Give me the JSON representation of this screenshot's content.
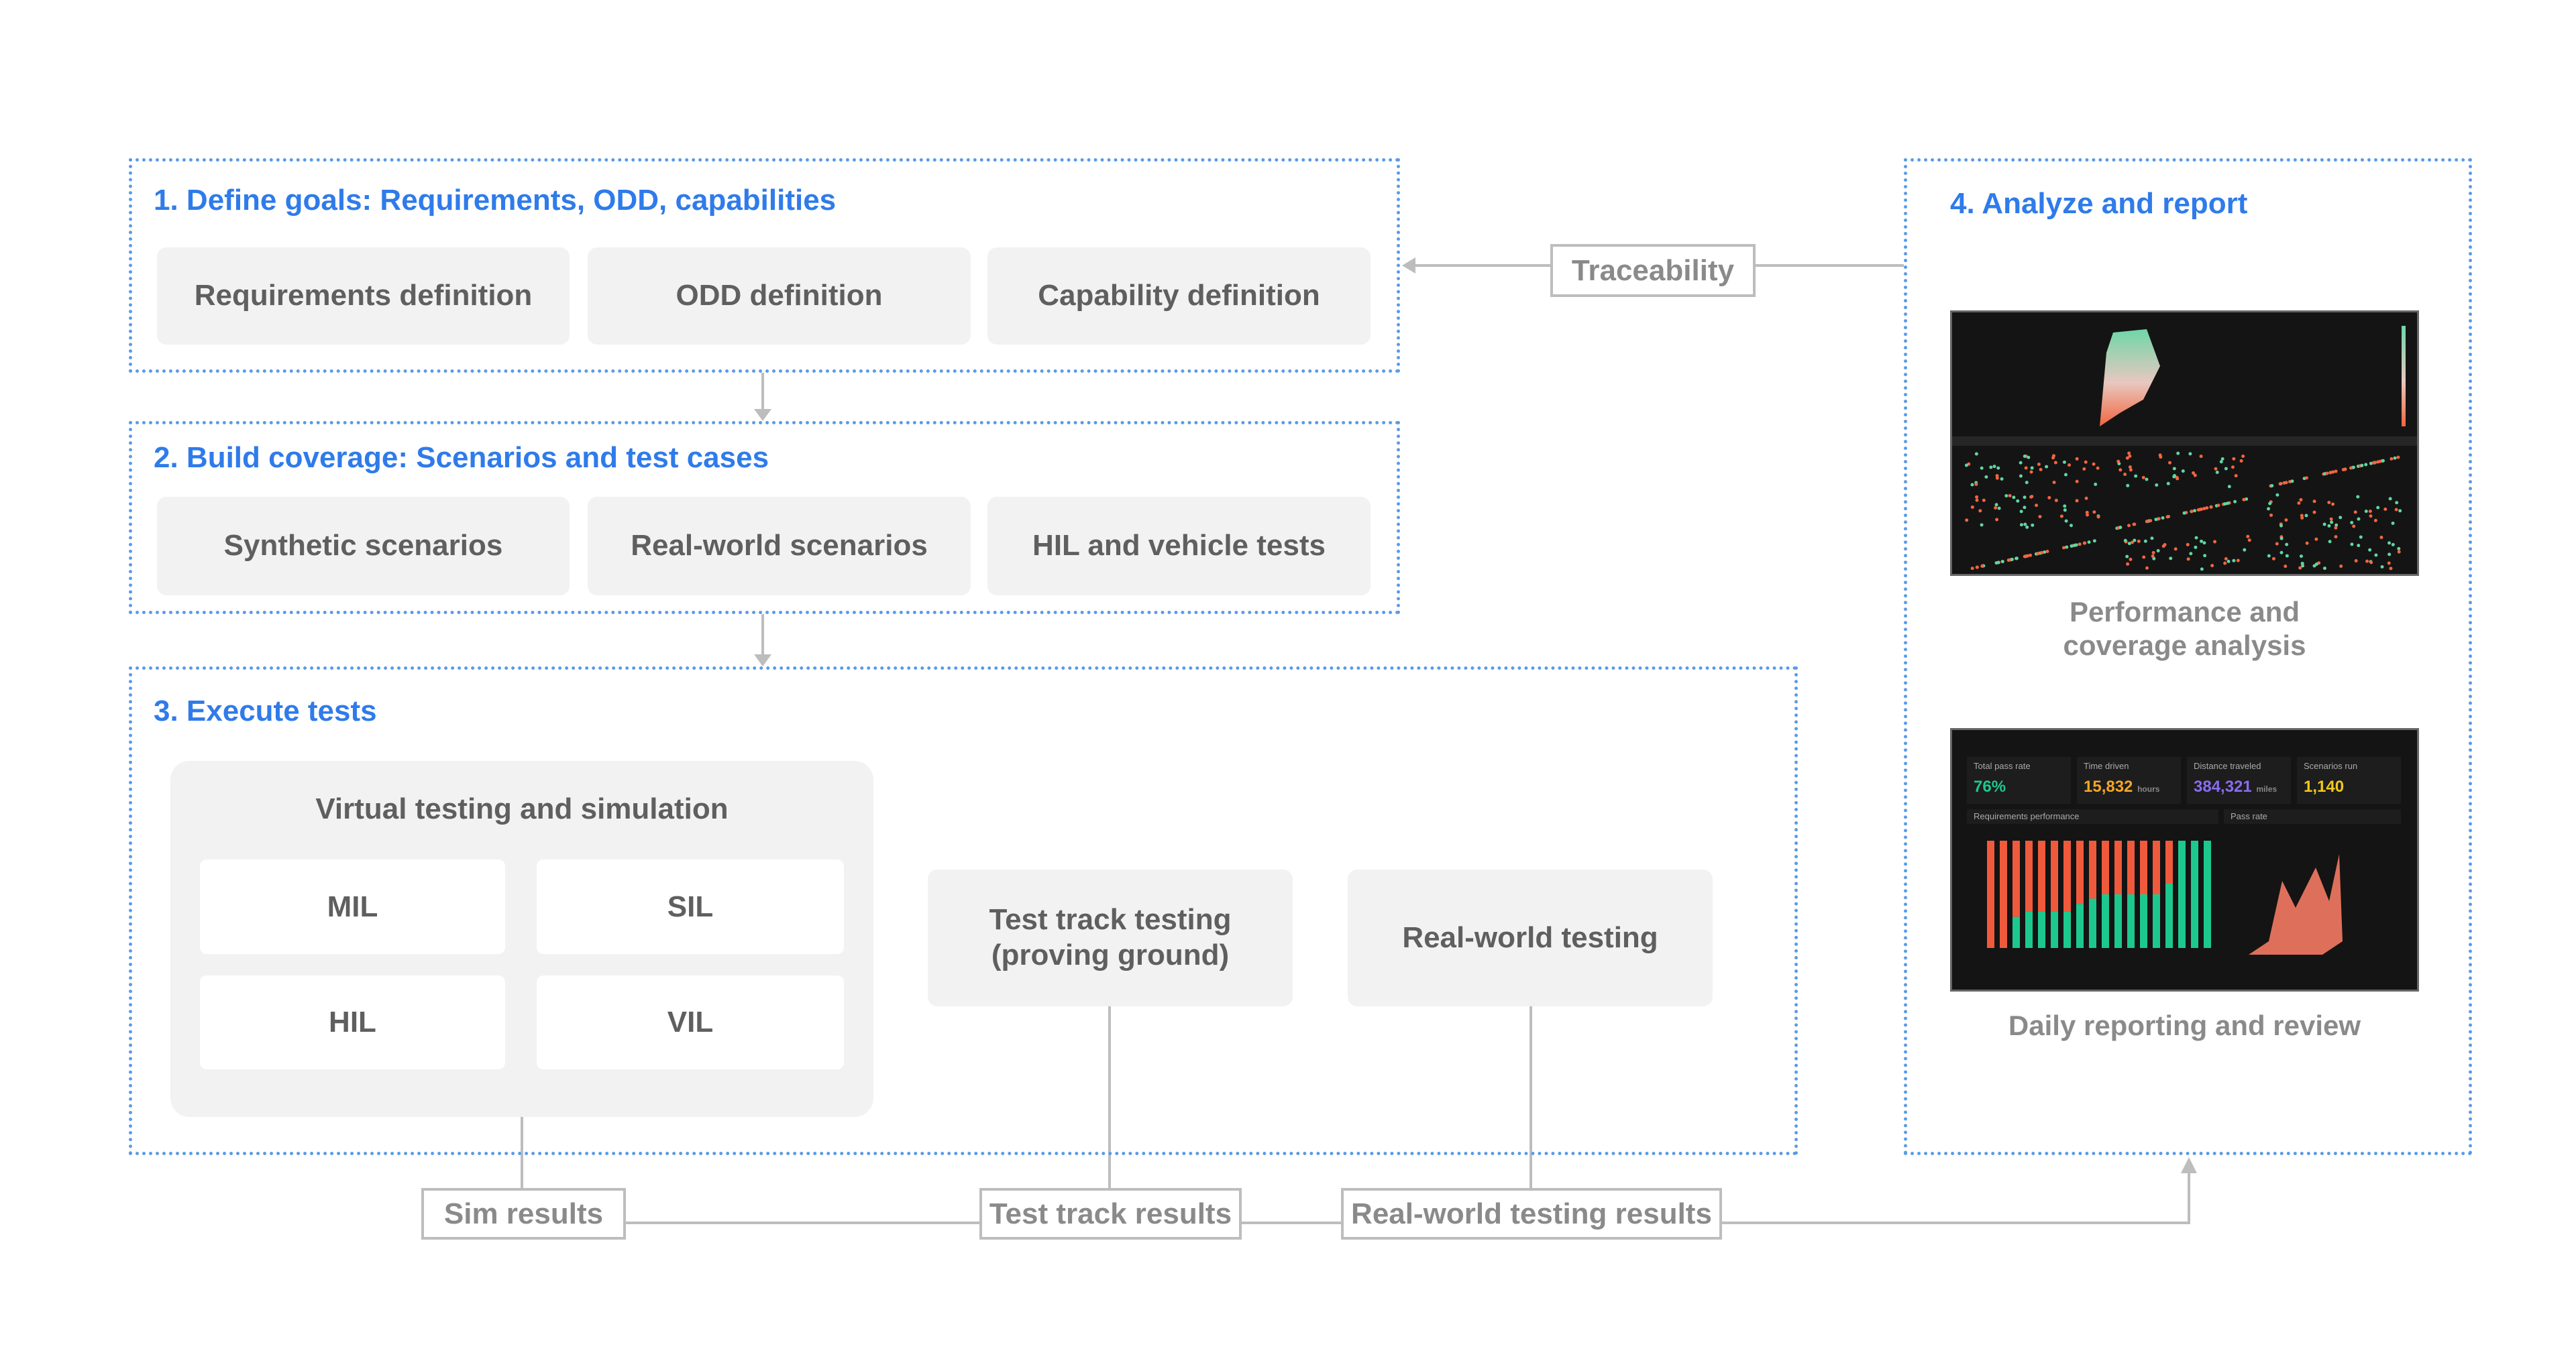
{
  "colors": {
    "heading": "#2f7bea",
    "panel_border": "#5b9be8",
    "box_bg": "#f2f2f2",
    "connector": "#bdbdbd",
    "pass": "#1dc88f",
    "fail": "#f05a3c"
  },
  "section1": {
    "title": "1. Define goals: Requirements, ODD, capabilities",
    "items": [
      "Requirements definition",
      "ODD definition",
      "Capability definition"
    ]
  },
  "section2": {
    "title": "2. Build coverage: Scenarios and test cases",
    "items": [
      "Synthetic scenarios",
      "Real-world scenarios",
      "HIL and vehicle tests"
    ]
  },
  "section3": {
    "title": "3. Execute tests",
    "virtual": {
      "title": "Virtual testing and simulation",
      "items": [
        "MIL",
        "SIL",
        "HIL",
        "VIL"
      ]
    },
    "test_track": "Test track testing (proving ground)",
    "real_world": "Real-world testing"
  },
  "section4": {
    "title": "4. Analyze and report",
    "perf_caption": "Performance and coverage analysis",
    "daily_caption": "Daily reporting and review",
    "dashboard": {
      "kpis": [
        {
          "label": "Total pass rate",
          "value": "76%",
          "unit": "",
          "color": "#1dc88f"
        },
        {
          "label": "Time driven",
          "value": "15,832",
          "unit": "hours",
          "color": "#f5a623"
        },
        {
          "label": "Distance traveled",
          "value": "384,321",
          "unit": "miles",
          "color": "#8a6cf0"
        },
        {
          "label": "Scenarios run",
          "value": "1,140",
          "unit": "",
          "color": "#f2c81b"
        }
      ],
      "chart1_title": "Requirements performance",
      "chart2_title": "Pass rate",
      "pass_fractions": [
        0,
        0,
        0.29,
        0.34,
        0.34,
        0.34,
        0.34,
        0.41,
        0.46,
        0.5,
        0.5,
        0.5,
        0.5,
        0.5,
        0.6,
        1,
        1,
        1
      ]
    }
  },
  "traceability": "Traceability",
  "results": {
    "sim": "Sim results",
    "track": "Test track results",
    "real": "Real-world testing results"
  }
}
